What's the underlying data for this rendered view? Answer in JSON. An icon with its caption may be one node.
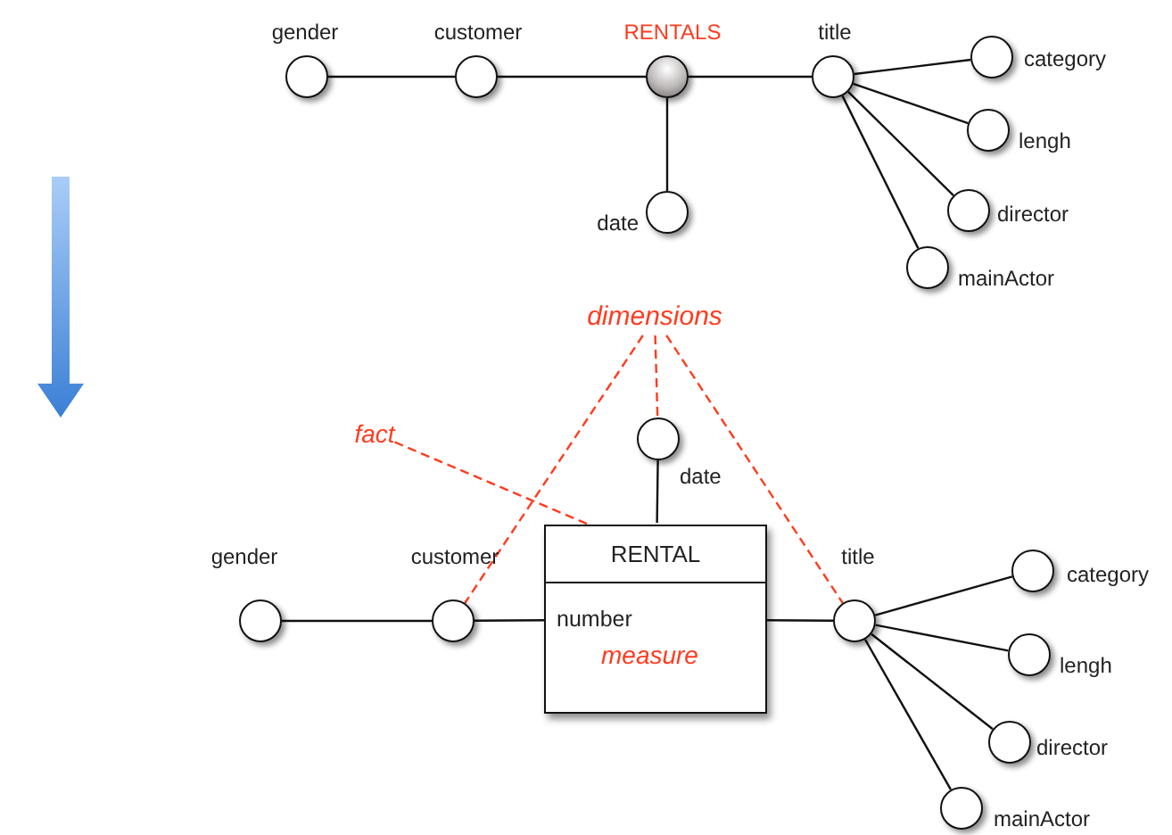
{
  "diagram": {
    "nodes": [
      {
        "text": [
          "gender"
        ]
      },
      {
        "text": [
          "customer"
        ]
      },
      {
        "text": [
          "RENTALS"
        ]
      },
      {
        "text": [
          "title"
        ]
      },
      {
        "text": [
          "category"
        ]
      },
      {
        "text": [
          "lengh"
        ]
      },
      {
        "text": [
          "director"
        ]
      },
      {
        "text": [
          "mainActor"
        ]
      },
      {
        "text": [
          "date"
        ]
      },
      {
        "text": [
          "dimensions"
        ]
      },
      {
        "text": [
          "fact"
        ]
      },
      {
        "text": [
          "date"
        ]
      },
      {
        "text": [
          "RENTAL",
          "number",
          "measure"
        ]
      },
      {
        "text": [
          "gender"
        ]
      },
      {
        "text": [
          "customer"
        ]
      },
      {
        "text": [
          "title"
        ]
      },
      {
        "text": [
          "category"
        ]
      },
      {
        "text": [
          "lengh"
        ]
      },
      {
        "text": [
          "director"
        ]
      },
      {
        "text": [
          "mainActor"
        ]
      }
    ],
    "edges": [
      {
        "from": 0,
        "to": 1,
        "arrow": "none"
      },
      {
        "from": 1,
        "to": 2,
        "arrow": "none"
      },
      {
        "from": 2,
        "to": 3,
        "arrow": "none"
      },
      {
        "from": 2,
        "to": 8,
        "arrow": "none"
      },
      {
        "from": 3,
        "to": 4,
        "arrow": "none"
      },
      {
        "from": 3,
        "to": 5,
        "arrow": "none"
      },
      {
        "from": 3,
        "to": 6,
        "arrow": "none"
      },
      {
        "from": 3,
        "to": 7,
        "arrow": "none"
      },
      {
        "from": 9,
        "to": 11,
        "arrow": "none",
        "style": "dashed",
        "color": "#ff3b1f"
      },
      {
        "from": 9,
        "to": 14,
        "arrow": "none",
        "style": "dashed",
        "color": "#ff3b1f"
      },
      {
        "from": 9,
        "to": 15,
        "arrow": "none",
        "style": "dashed",
        "color": "#ff3b1f"
      },
      {
        "from": 10,
        "to": 12,
        "arrow": "none",
        "style": "dashed",
        "color": "#ff3b1f"
      },
      {
        "from": 13,
        "to": 14,
        "arrow": "none"
      },
      {
        "from": 14,
        "to": 12,
        "arrow": "none"
      },
      {
        "from": 12,
        "to": 11,
        "arrow": "none"
      },
      {
        "from": 12,
        "to": 15,
        "arrow": "none"
      },
      {
        "from": 15,
        "to": 16,
        "arrow": "none"
      },
      {
        "from": 15,
        "to": 17,
        "arrow": "none"
      },
      {
        "from": 15,
        "to": 18,
        "arrow": "none"
      },
      {
        "from": 15,
        "to": 19,
        "arrow": "none"
      }
    ]
  }
}
